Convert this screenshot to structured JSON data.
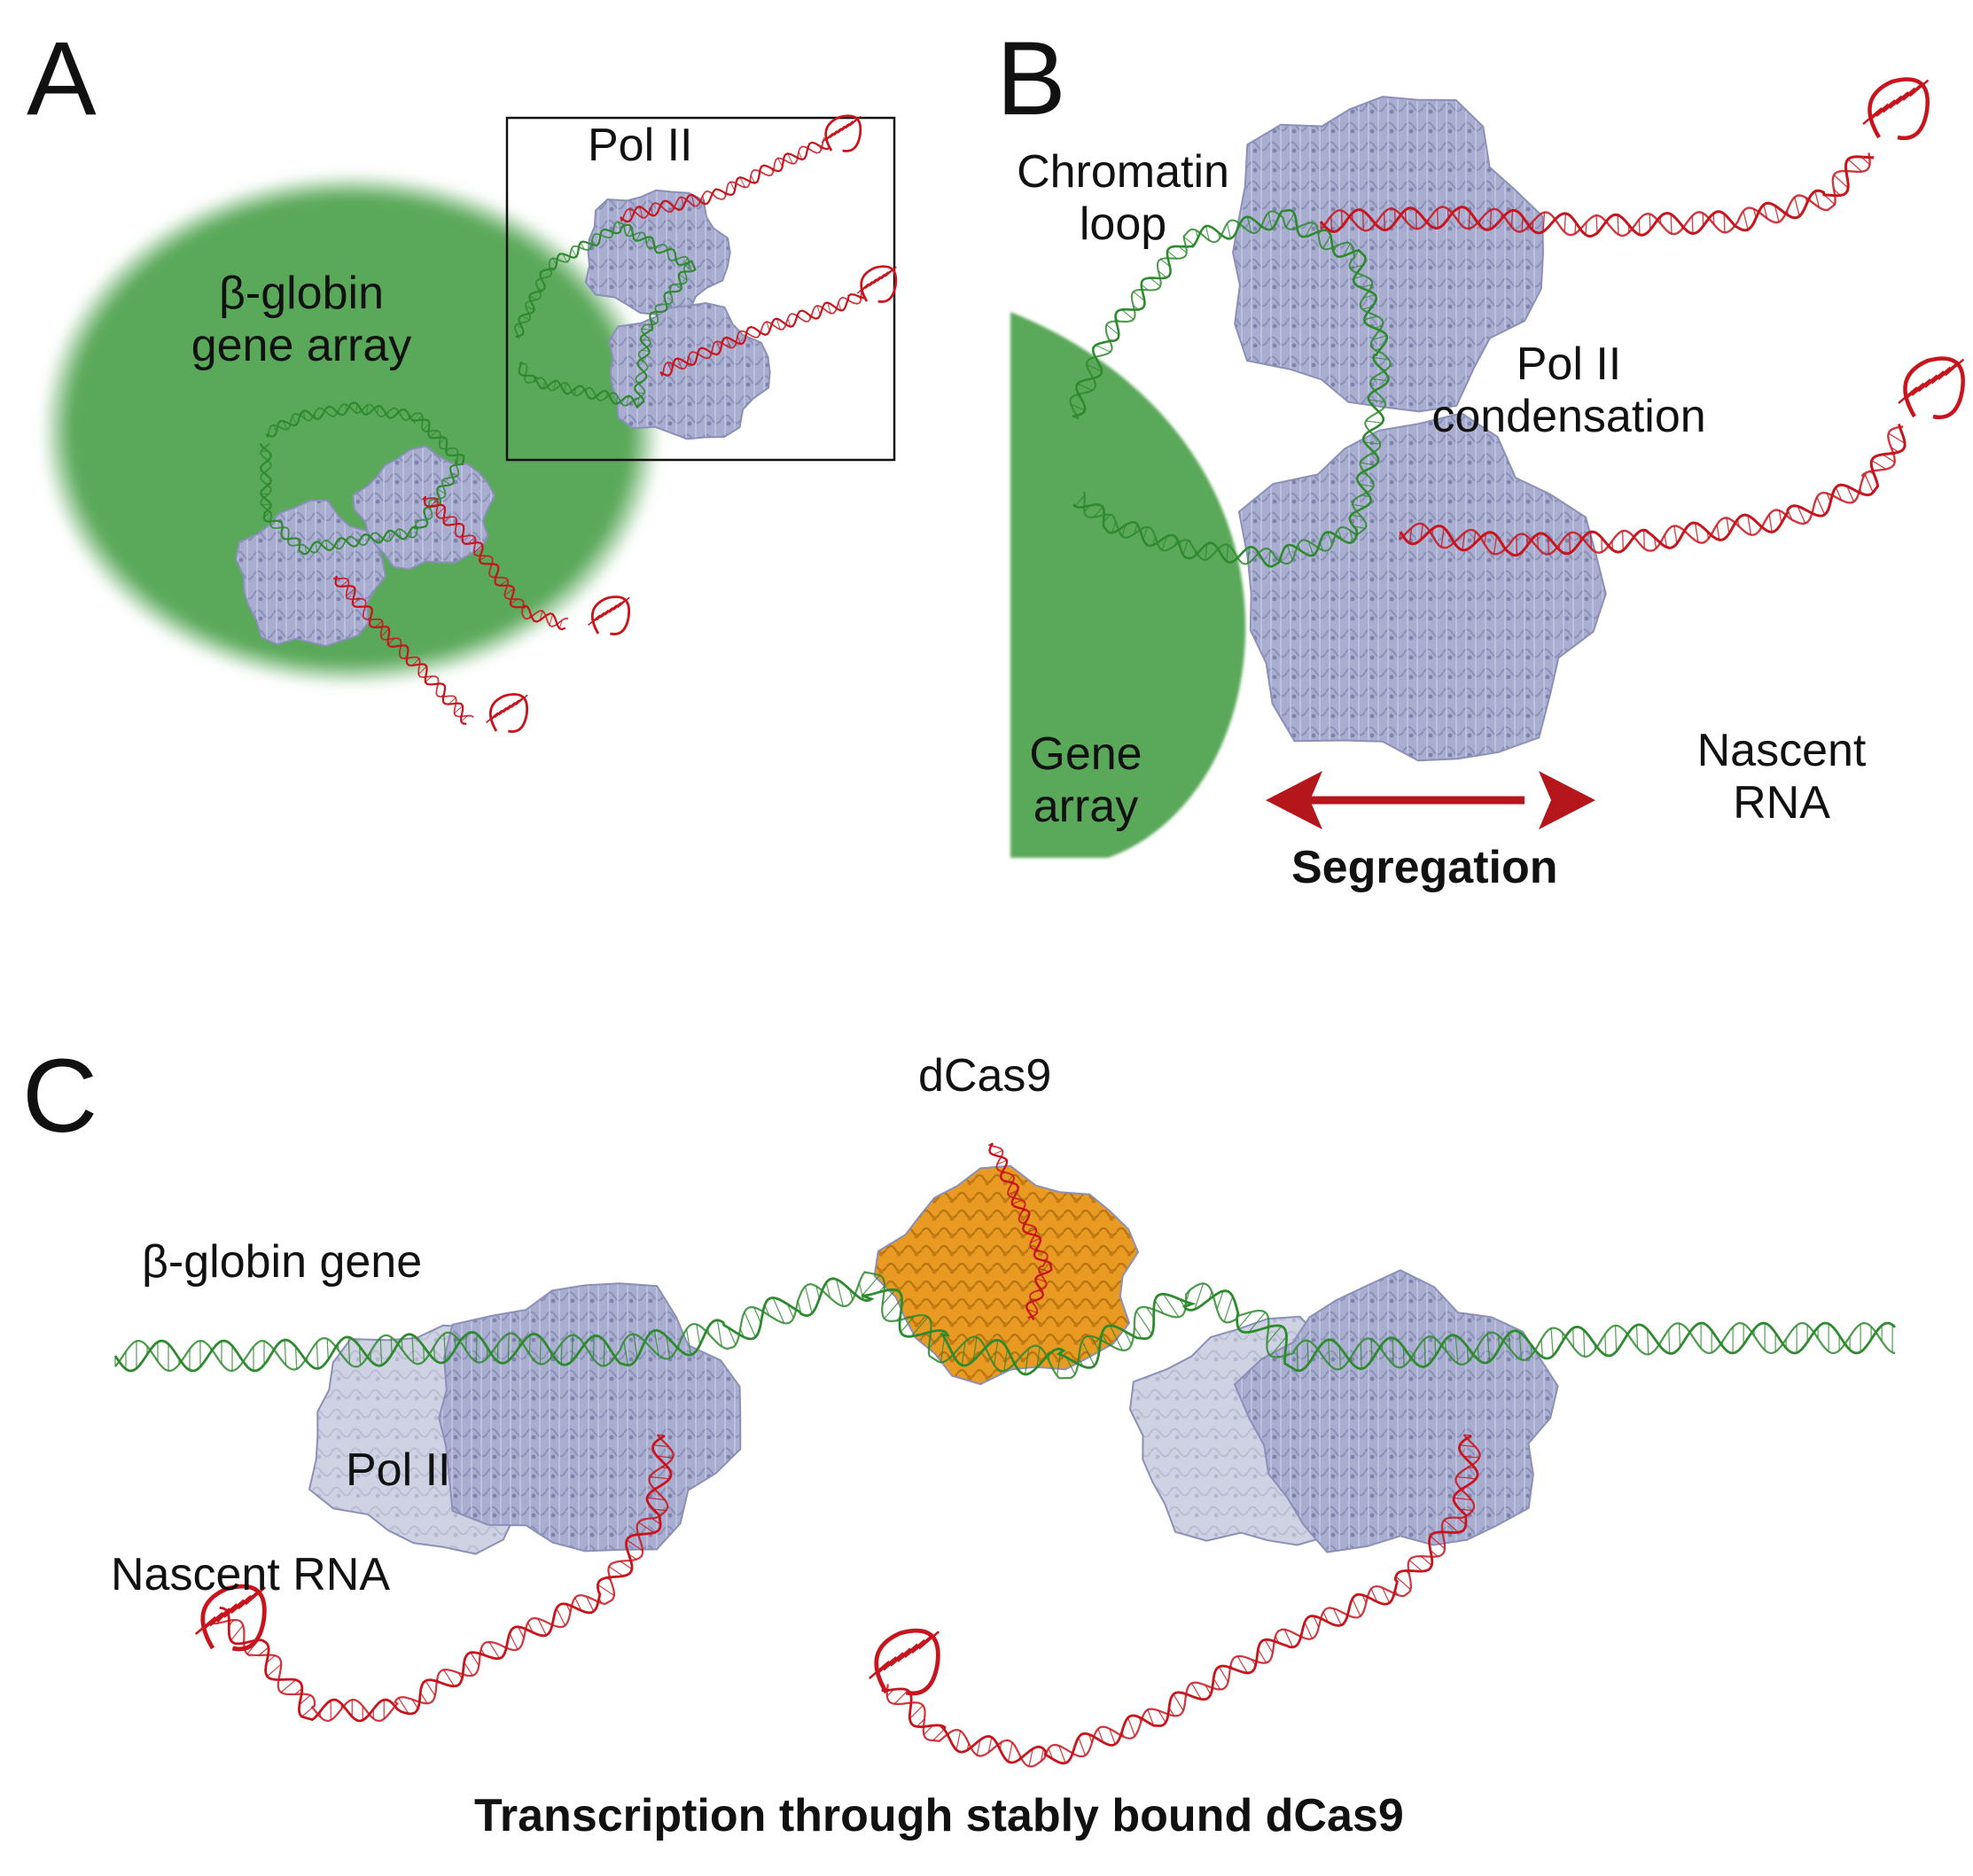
{
  "colors": {
    "array_green": "#5aa85a",
    "dna_green": "#2e8a2e",
    "rna_red": "#c8141c",
    "pol2_lavender": "#a9aed0",
    "pol2_shadow": "#c6cad9",
    "dcas9_orange": "#e89a22",
    "arrow_red": "#b5161c",
    "text": "#111111"
  },
  "panel_a": {
    "letter": "A",
    "array_label": "β-globin\ngene array",
    "pol2_label": "Pol II"
  },
  "panel_b": {
    "letter": "B",
    "chromatin_loop_label": "Chromatin\nloop",
    "pol2_condensation_label": "Pol II\ncondensation",
    "gene_array_label": "Gene\narray",
    "nascent_rna_label": "Nascent\nRNA",
    "segregation_label": "Segregation"
  },
  "panel_c": {
    "letter": "C",
    "dcas9_label": "dCas9",
    "gene_label": "β-globin gene",
    "pol2_label": "Pol II",
    "nascent_rna_label": "Nascent RNA",
    "caption": "Transcription through stably bound dCas9"
  }
}
